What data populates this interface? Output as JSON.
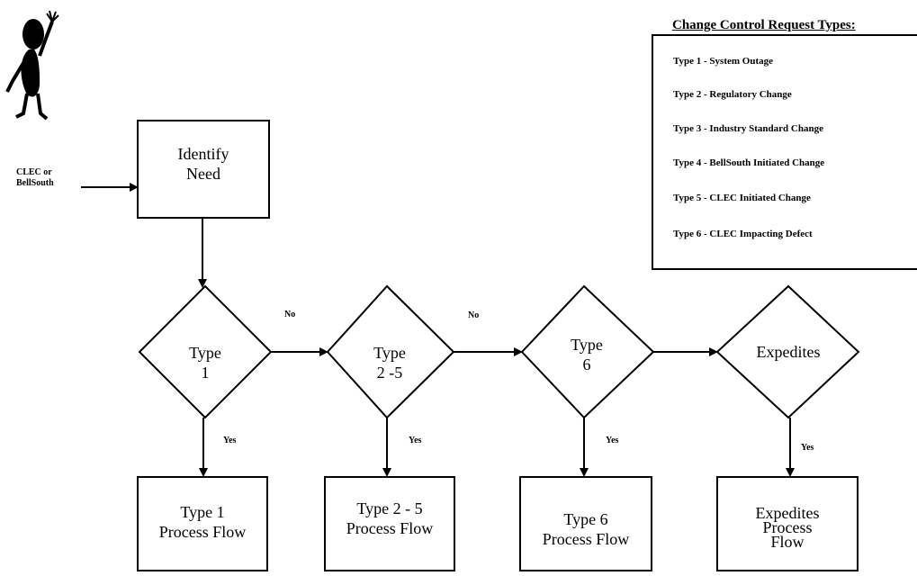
{
  "source_label": [
    "CLEC or",
    "BellSouth"
  ],
  "identify": [
    "Identify",
    "Need"
  ],
  "decisions": {
    "type1": [
      "Type",
      "1"
    ],
    "type25": [
      "Type",
      "2 -5"
    ],
    "type6": [
      "Type",
      "6"
    ],
    "expedites": [
      "Expedites"
    ]
  },
  "edge_labels": {
    "no1": "No",
    "no2": "No",
    "yes1": "Yes",
    "yes2": "Yes",
    "yes3": "Yes",
    "yes4": "Yes"
  },
  "processes": {
    "p1": [
      "Type 1",
      "Process Flow"
    ],
    "p25": [
      "Type 2 - 5",
      "Process Flow"
    ],
    "p6": [
      "Type 6",
      "Process Flow"
    ],
    "pexp": [
      "Expedites",
      "Process",
      "Flow"
    ]
  },
  "legend": {
    "title": "Change Control Request Types:",
    "items": [
      "Type 1 - System Outage",
      "Type 2 - Regulatory Change",
      "Type 3 - Industry Standard Change",
      "Type 4 - BellSouth Initiated Change",
      "Type 5 - CLEC Initiated Change",
      "Type 6 - CLEC Impacting Defect"
    ]
  }
}
